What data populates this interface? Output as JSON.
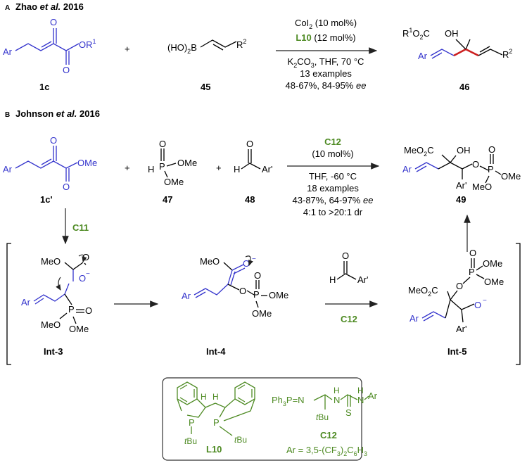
{
  "sectionA": {
    "letter": "A",
    "title": "Zhao ",
    "etal": "et al.",
    "year": " 2016",
    "sm1_label": "1c",
    "sm1_ar": "Ar",
    "sm1_or": "OR",
    "sm1_or_sup": "1",
    "plus": "+",
    "sm2_label": "45",
    "sm2_boronic": "(HO)",
    "sm2_boronic_sub": "2",
    "sm2_boronic_b": "B",
    "sm2_r": "R",
    "sm2_r_sup": "2",
    "cond1": "CoI",
    "cond1_sub": "2",
    "cond1_amt": " (10 mol%)",
    "cond2_cat": "L10",
    "cond2_amt": " (12 mol%)",
    "cond3": "K",
    "cond3_sub": "2",
    "cond3_rest": "CO",
    "cond3_sub2": "3",
    "cond3_tail": ", THF, 70 °C",
    "cond4": "13 examples",
    "cond5": "48-67%, 84-95% ",
    "cond5_ee": "ee",
    "product_label": "46",
    "product_ester": "R",
    "product_ester_sup": "1",
    "product_ester_tail": "O",
    "product_ester_sub": "2",
    "product_ester_c": "C",
    "product_oh": "OH",
    "product_ar": "Ar",
    "product_r": "R",
    "product_r_sup": "2"
  },
  "sectionB": {
    "letter": "B",
    "title": "Johnson ",
    "etal": "et al.",
    "year": " 2016",
    "sm1_label": "1c'",
    "sm1_ar": "Ar",
    "sm1_ome": "OMe",
    "plus1": "+",
    "plus2": "+",
    "sm2_label": "47",
    "sm2_h": "H",
    "sm2_p": "P",
    "sm2_ome1": "OMe",
    "sm2_ome2": "OMe",
    "sm3_label": "48",
    "sm3_h": "H",
    "sm3_ar": "Ar'",
    "cat_label": "C12",
    "cat_amt": "(10 mol%)",
    "cond1": "THF, -60 °C",
    "cond2": "18 examples",
    "cond3": "43-87%, 64-97% ",
    "cond3_ee": "ee",
    "cond4": "4:1 to >20:1 dr",
    "product_label": "49",
    "product_ester": "MeO",
    "product_ester_sub": "2",
    "product_ester_c": "C",
    "product_oh": "OH",
    "product_ar": "Ar",
    "product_arp": "Ar'",
    "product_meo": "MeO",
    "product_ome": "OMe",
    "down_cat": "C11",
    "int3_label": "Int-3",
    "int3_meo": "MeO",
    "int3_meo2": "MeO",
    "int3_ome": "OMe",
    "int3_ar": "Ar",
    "int4_label": "Int-4",
    "int4_meo": "MeO",
    "int4_ar": "Ar",
    "int4_ome1": "OMe",
    "int4_ome2": "OMe",
    "int5_cat": "C12",
    "int5_h": "H",
    "int5_ar": "Ar'",
    "int5_label": "Int-5",
    "int5_ester": "MeO",
    "int5_ester_sub": "2",
    "int5_ester_c": "C",
    "int5_ar2": "Ar",
    "int5_arp": "Ar'",
    "int5_ome1": "OMe",
    "int5_ome2": "OMe"
  },
  "ligands": {
    "l10_label": "L10",
    "l10_tbu": "Bu",
    "l10_t": "t",
    "c12_label": "C12",
    "c12_ph3p": "Ph",
    "c12_ph3p_sub": "3",
    "c12_p_eq_n": "P=N",
    "c12_h1": "H",
    "c12_h2": "H",
    "c12_n": "N",
    "c12_ar": "Ar",
    "c12_s": "S",
    "c12_tbu": "Bu",
    "c12_t": "t",
    "ar_def": "Ar = 3,5-(CF",
    "ar_def_sub1": "3",
    "ar_def_mid": ")",
    "ar_def_sub2": "2",
    "ar_def_c": "C",
    "ar_def_sub3": "6",
    "ar_def_h": "H",
    "ar_def_sub4": "3"
  },
  "colors": {
    "blue": "#3333cc",
    "green": "#4d8a22",
    "red": "#cc1f1f"
  }
}
